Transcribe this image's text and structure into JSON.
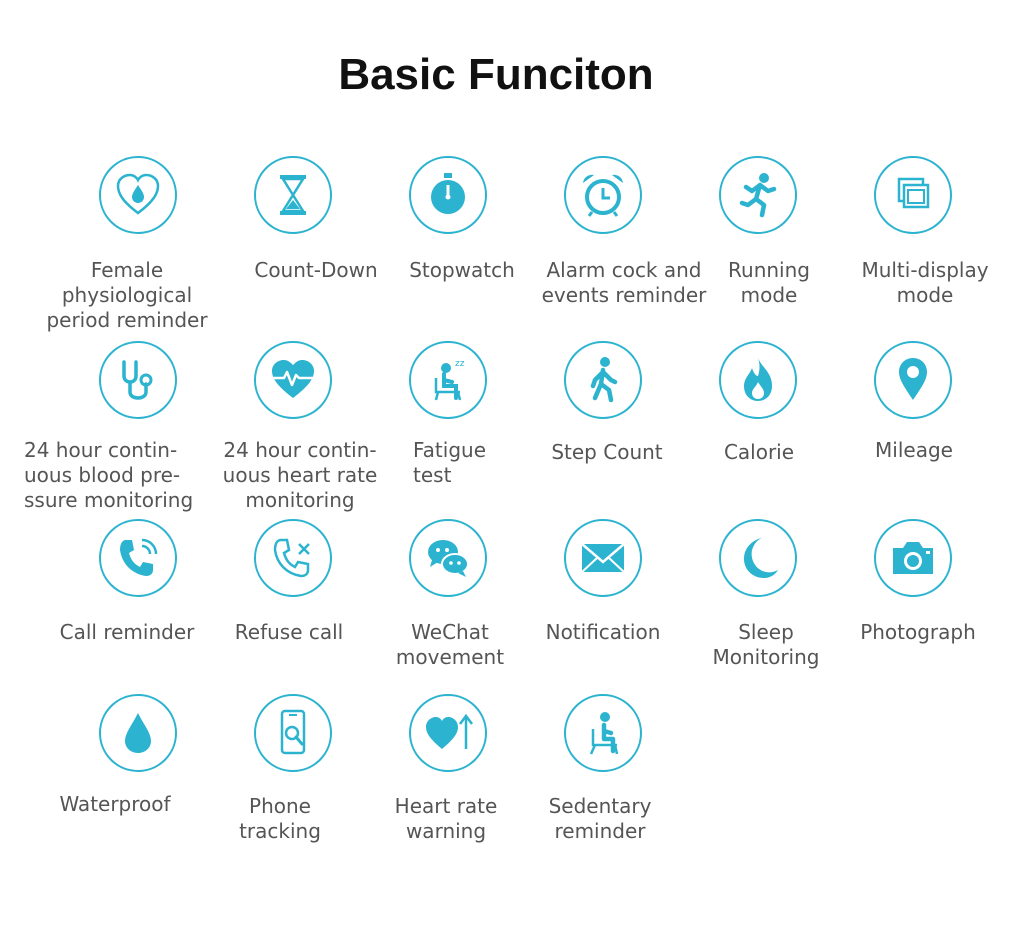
{
  "page": {
    "title": "Basic Funciton",
    "accent_color": "#2bb3cf"
  },
  "features": [
    {
      "icon": "heart-drop-icon",
      "label": "Female physiological\nperiod reminder"
    },
    {
      "icon": "hourglass-icon",
      "label": "Count-Down"
    },
    {
      "icon": "stopwatch-icon",
      "label": "Stopwatch"
    },
    {
      "icon": "alarm-clock-icon",
      "label": "Alarm cock and\nevents reminder"
    },
    {
      "icon": "running-person-icon",
      "label": "Running\nmode"
    },
    {
      "icon": "multi-window-icon",
      "label": "Multi-display\nmode"
    },
    {
      "icon": "stethoscope-icon",
      "label": "24 hour contin-\nuous blood pre-\nssure monitoring"
    },
    {
      "icon": "heart-pulse-icon",
      "label": "24 hour contin-\nuous heart rate\nmonitoring"
    },
    {
      "icon": "sleeping-person-chair-icon",
      "label": "Fatigue\ntest"
    },
    {
      "icon": "walking-person-icon",
      "label": "Step Count"
    },
    {
      "icon": "flame-icon",
      "label": "Calorie"
    },
    {
      "icon": "map-pin-icon",
      "label": "Mileage"
    },
    {
      "icon": "phone-ringing-icon",
      "label": "Call reminder"
    },
    {
      "icon": "phone-reject-icon",
      "label": "Refuse call"
    },
    {
      "icon": "chat-bubbles-icon",
      "label": "WeChat\nmovement"
    },
    {
      "icon": "envelope-icon",
      "label": "Notification"
    },
    {
      "icon": "moon-stars-icon",
      "label": "Sleep\nMonitoring"
    },
    {
      "icon": "camera-icon",
      "label": "Photograph"
    },
    {
      "icon": "water-drop-icon",
      "label": "Waterproof"
    },
    {
      "icon": "phone-search-icon",
      "label": "Phone\ntracking"
    },
    {
      "icon": "heart-arrow-up-icon",
      "label": "Heart rate\nwarning"
    },
    {
      "icon": "seated-person-icon",
      "label": "Sedentary\nreminder"
    }
  ]
}
